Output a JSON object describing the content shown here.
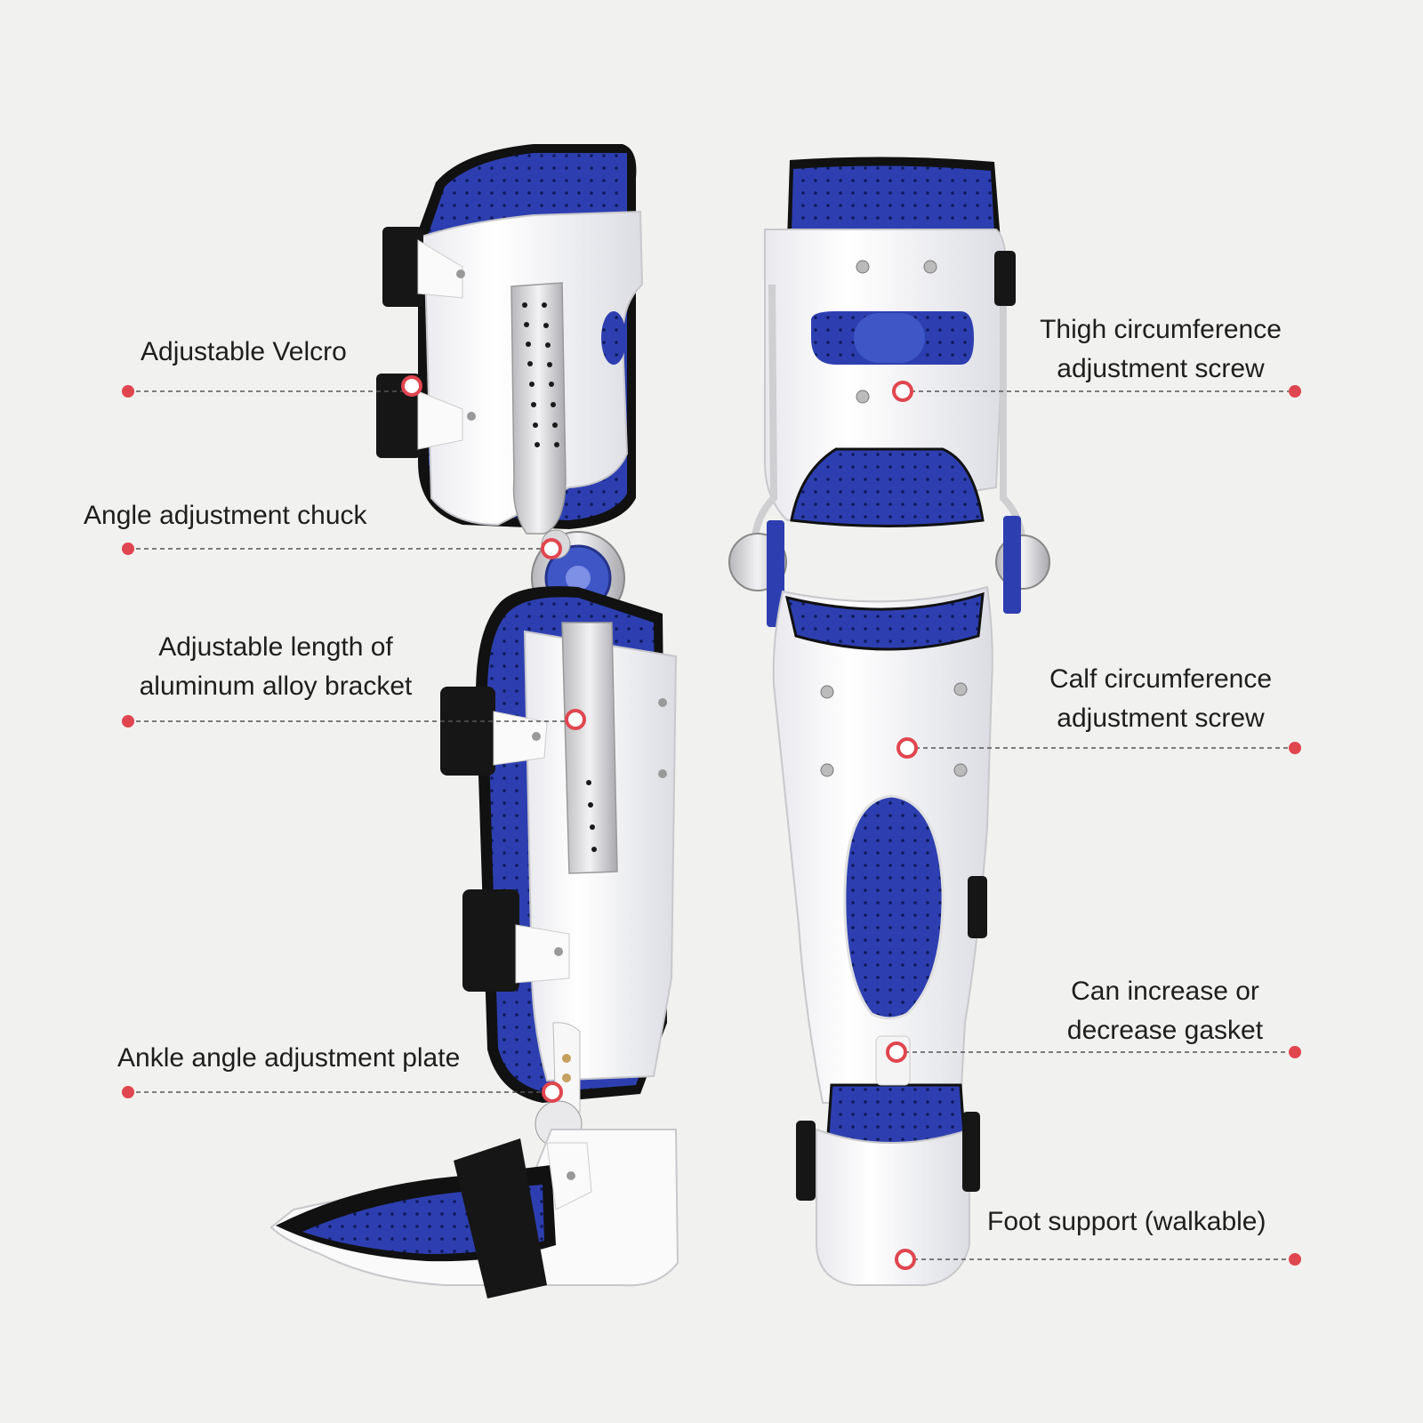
{
  "colors": {
    "background": "#f1f1ef",
    "brace_blue": "#2d3fb0",
    "brace_white": "#ffffff",
    "strap_black": "#161616",
    "metal": "#c9c9c9",
    "callout_red": "#e0464f",
    "leader_line": "#555555"
  },
  "callouts": {
    "adjustable_velcro": "Adjustable Velcro",
    "angle_chuck": "Angle adjustment chuck",
    "bracket_line1": "Adjustable length of",
    "bracket_line2": "aluminum alloy bracket",
    "ankle_plate": "Ankle angle adjustment plate",
    "thigh_line1": "Thigh circumference",
    "thigh_line2": "adjustment screw",
    "calf_line1": "Calf circumference",
    "calf_line2": "adjustment screw",
    "gasket_line1": "Can increase or",
    "gasket_line2": "decrease gasket",
    "foot_support": "Foot support (walkable)"
  }
}
